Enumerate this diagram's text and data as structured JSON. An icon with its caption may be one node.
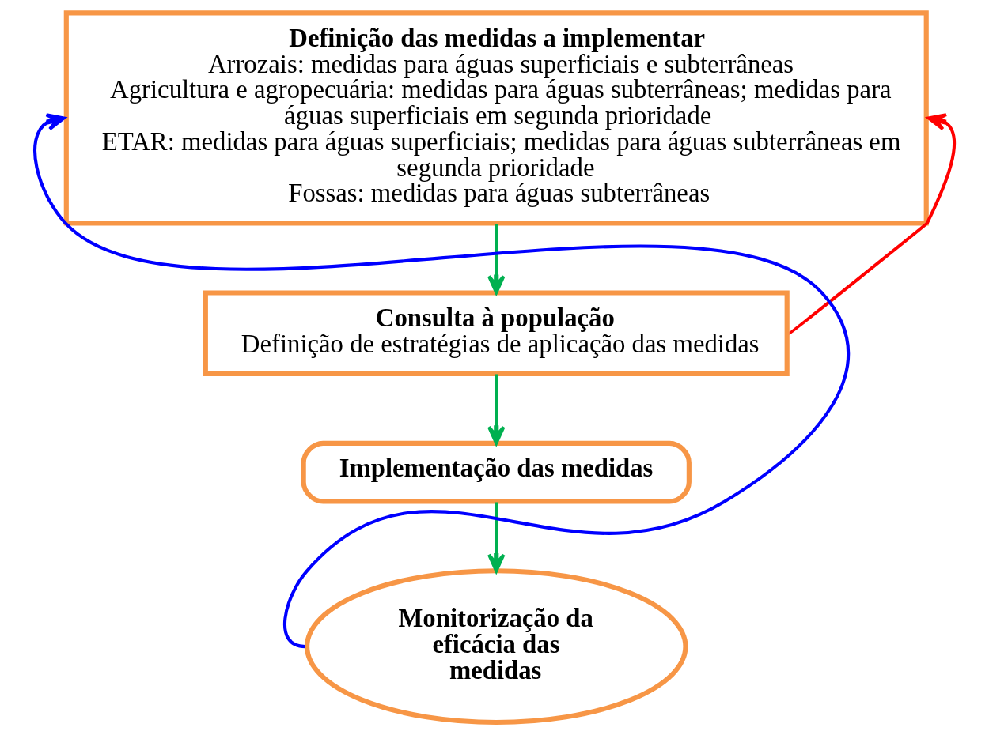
{
  "diagram": {
    "nodes": [
      {
        "text": [
          "Definição das medidas a implementar",
          "Arrozais: medidas para águas superficiais e subterrâneas",
          "Agricultura e agropecuária: medidas para águas subterrâneas; medidas para águas superficiais em segunda prioridade",
          "ETAR: medidas para águas superficiais; medidas para águas subterrâneas em segunda prioridade",
          "Fossas: medidas para águas subterrâneas"
        ]
      },
      {
        "text": [
          "Consulta à população",
          "Definição de estratégias de aplicação das medidas"
        ]
      },
      {
        "text": [
          "Implementação das medidas"
        ]
      },
      {
        "text": [
          "Monitorização da eficácia das medidas"
        ]
      }
    ],
    "edges": [
      {
        "from": 0,
        "to": 1,
        "arrow": "to"
      },
      {
        "from": 1,
        "to": 2,
        "arrow": "to"
      },
      {
        "from": 2,
        "to": 3,
        "arrow": "to"
      },
      {
        "from": 3,
        "to": 0,
        "arrow": "to",
        "color": "#0000ff"
      },
      {
        "from": 1,
        "to": 0,
        "arrow": "to",
        "color": "#ff0000"
      }
    ]
  }
}
